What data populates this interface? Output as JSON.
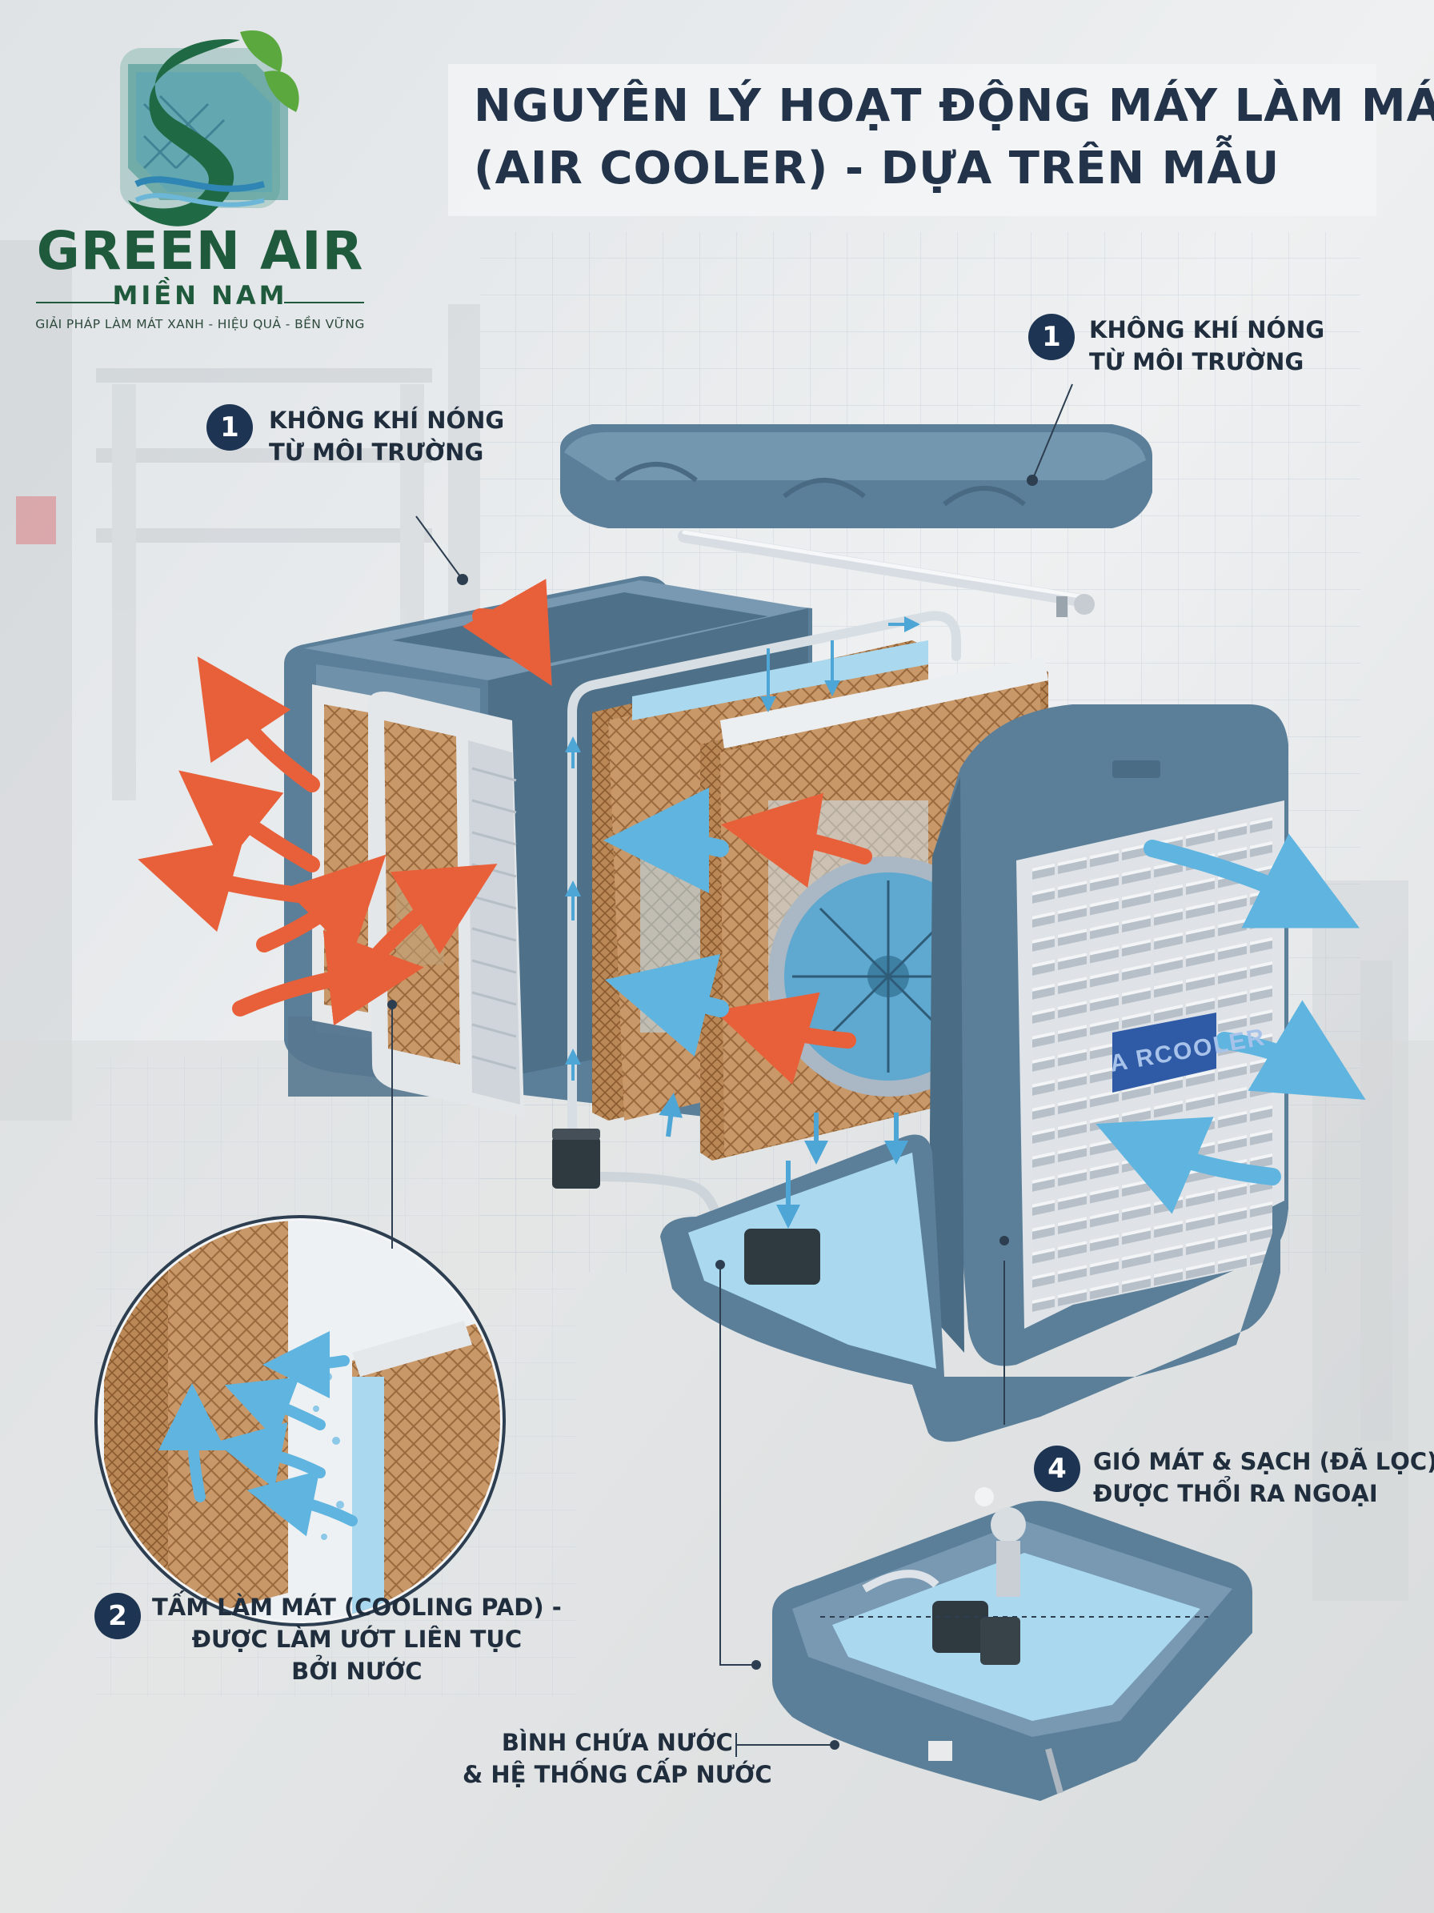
{
  "brand": {
    "name": "GREEN AIR",
    "subtitle": "MIỀN NAM",
    "tagline": "GIẢI PHÁP LÀM MÁT XANH - HIỆU QUẢ - BỀN VỮNG",
    "color": "#1f5a3c"
  },
  "title": {
    "line1": "NGUYÊN LÝ HOẠT ĐỘNG MÁY LÀM MÁT",
    "line2": "(AIR COOLER) - DỰA TRÊN MẪU"
  },
  "callouts": [
    {
      "number": "1",
      "line1": "KHÔNG KHÍ NÓNG",
      "line2": "TỪ MÔI TRƯỜNG"
    },
    {
      "number": "1",
      "line1": "KHÔNG KHÍ NÓNG",
      "line2": "TỪ MÔI TRƯỜNG"
    },
    {
      "number": "2",
      "line1": "TẤM LÀM MÁT (COOLING PAD) -",
      "line2": "ĐƯỢC LÀM ƯỚT LIÊN TỤC",
      "line3": "BỞI NƯỚC"
    },
    {
      "number": "4",
      "line1": "GIÓ MÁT & SẠCH (ĐÃ LỌC)",
      "line2": "ĐƯỢC THỔI RA NGOẠI"
    }
  ],
  "tank_label": {
    "line1": "BÌNH CHỨA NƯỚC",
    "line2": "& HỆ THỐNG CẤP NƯỚC"
  },
  "product_label": "A RCOOLER",
  "colors": {
    "body_blue": "#5b7f99",
    "pad_tan": "#c99869",
    "hot_arrow": "#e8603a",
    "cool_arrow": "#5fb4e0",
    "water": "#a9d8ef",
    "badge": "#1d3553"
  },
  "icons": [
    "hot-air-arrow",
    "cool-air-arrow",
    "water-drop-arrow",
    "fan-icon",
    "pump-icon"
  ]
}
